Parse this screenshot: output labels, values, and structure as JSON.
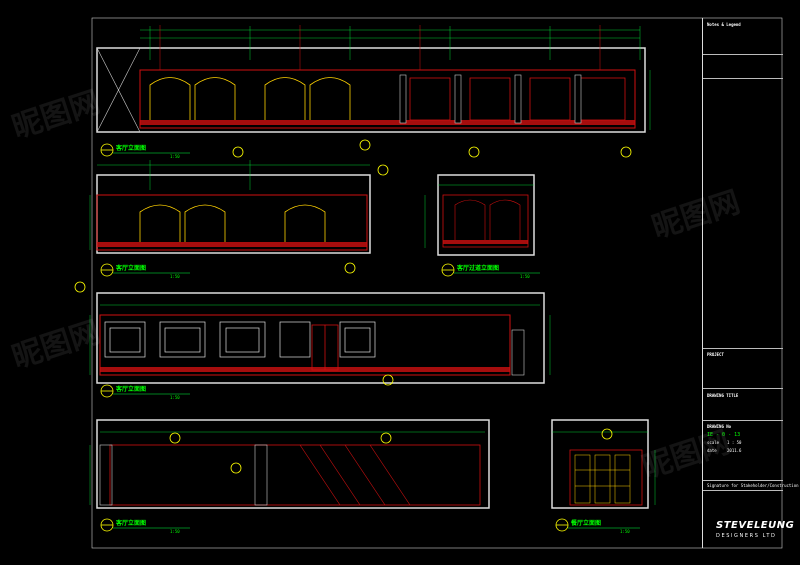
{
  "titleblock": {
    "notes_legend": "Notes & Legend",
    "project_label": "PROJECT",
    "drawing_title_label": "DRAWING TITLE",
    "drawing_no_label": "DRAWING No",
    "drawing_no_value": "IE - 0 - 13",
    "scale_label": "scale",
    "scale_value": "1 : 50",
    "date_label": "date",
    "date_value": "2011.6",
    "signature_text": "Signature for Stakeholder/Construction"
  },
  "views": [
    {
      "title": "客厅立面图",
      "scale": "1:50"
    },
    {
      "title": "客厅立面图",
      "scale": "1:50"
    },
    {
      "title": "客厅过道立面图",
      "scale": "1:50"
    },
    {
      "title": "客厅立面图",
      "scale": "1:50"
    },
    {
      "title": "客厅立面图",
      "scale": "1:50"
    },
    {
      "title": "餐厅立面图",
      "scale": "1:50"
    }
  ],
  "logo": {
    "part1": "STEVE",
    "part2": "LEUNG",
    "sub": "DESIGNERS LTD"
  },
  "watermark": "昵图网",
  "colors": {
    "wall": "#d01010",
    "frame": "#e0e0e0",
    "dim": "#00ff40",
    "accent": "#ffd200",
    "tag": "#ffff00"
  }
}
